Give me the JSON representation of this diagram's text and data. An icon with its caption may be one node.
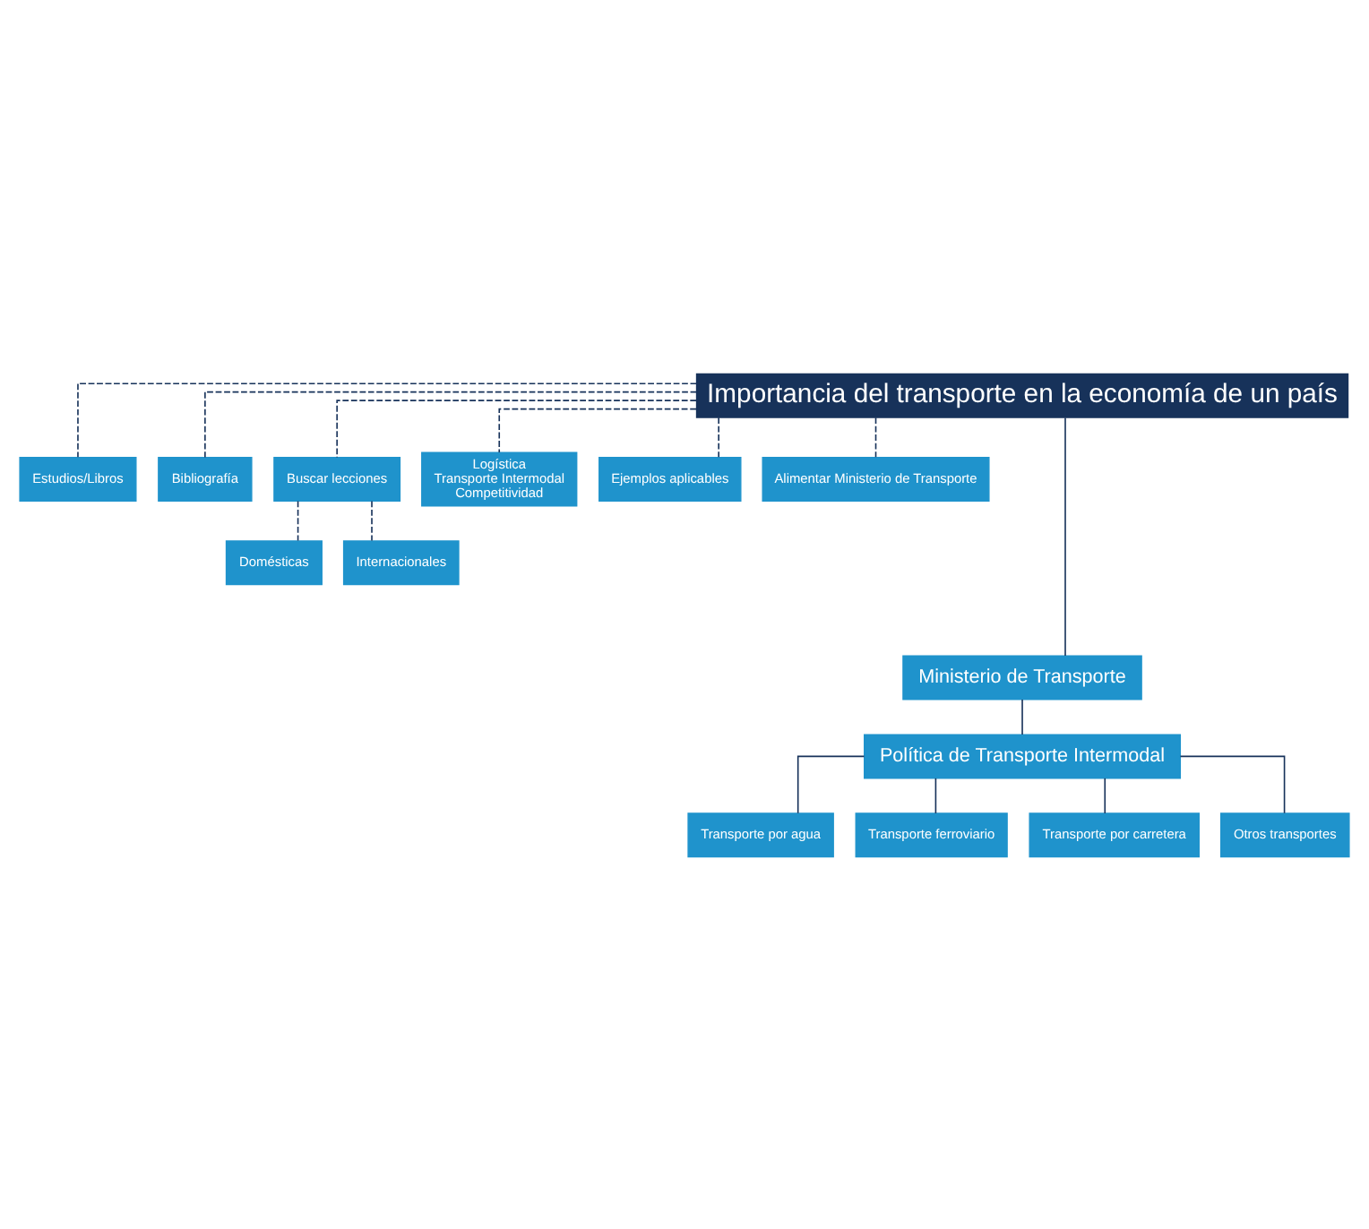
{
  "diagram": {
    "nodes": [
      {
        "text": [
          "Importancia del transporte en la economía de un país"
        ]
      },
      {
        "text": [
          "Estudios/Libros"
        ]
      },
      {
        "text": [
          "Bibliografía"
        ]
      },
      {
        "text": [
          "Buscar lecciones"
        ]
      },
      {
        "text": [
          "Domésticas"
        ]
      },
      {
        "text": [
          "Internacionales"
        ]
      },
      {
        "text": [
          "Logística",
          "Transporte Intermodal",
          "Competitividad"
        ]
      },
      {
        "text": [
          "Ejemplos aplicables"
        ]
      },
      {
        "text": [
          "Alimentar Ministerio de Transporte"
        ]
      },
      {
        "text": [
          "Ministerio de Transporte"
        ]
      },
      {
        "text": [
          "Política de Transporte Intermodal"
        ]
      },
      {
        "text": [
          "Transporte por agua"
        ]
      },
      {
        "text": [
          "Transporte ferroviario"
        ]
      },
      {
        "text": [
          "Transporte por carretera"
        ]
      },
      {
        "text": [
          "Otros transportes"
        ]
      }
    ],
    "edges": [
      {
        "from": 0,
        "to": 1,
        "arrow": "none",
        "style": "dashed"
      },
      {
        "from": 0,
        "to": 2,
        "arrow": "none",
        "style": "dashed"
      },
      {
        "from": 0,
        "to": 3,
        "arrow": "none",
        "style": "dashed"
      },
      {
        "from": 3,
        "to": 4,
        "arrow": "none",
        "style": "dashed"
      },
      {
        "from": 3,
        "to": 5,
        "arrow": "none",
        "style": "dashed"
      },
      {
        "from": 0,
        "to": 6,
        "arrow": "none",
        "style": "dashed"
      },
      {
        "from": 0,
        "to": 7,
        "arrow": "none",
        "style": "dashed"
      },
      {
        "from": 0,
        "to": 8,
        "arrow": "none",
        "style": "dashed"
      },
      {
        "from": 0,
        "to": 9,
        "arrow": "none"
      },
      {
        "from": 9,
        "to": 10,
        "arrow": "none"
      },
      {
        "from": 10,
        "to": 11,
        "arrow": "none"
      },
      {
        "from": 10,
        "to": 12,
        "arrow": "none"
      },
      {
        "from": 10,
        "to": 13,
        "arrow": "none"
      },
      {
        "from": 10,
        "to": 14,
        "arrow": "none"
      }
    ]
  }
}
